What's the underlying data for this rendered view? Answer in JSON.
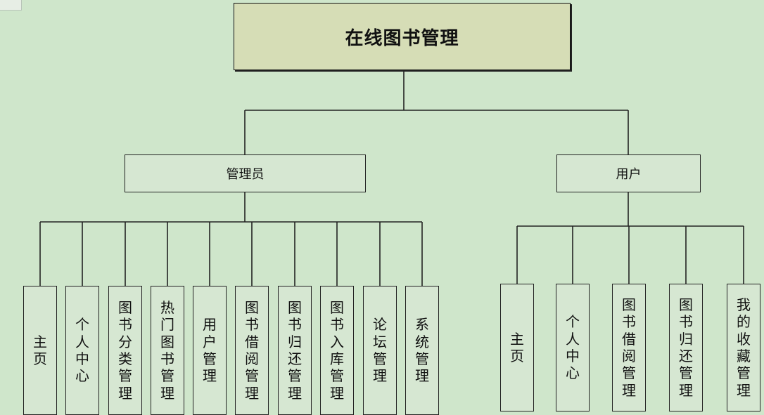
{
  "title": "在线图书管理",
  "roles": [
    {
      "id": "admin",
      "label": "管理员",
      "children": [
        "主页",
        "个人中心",
        "图书分类管理",
        "热门图书管理",
        "用户管理",
        "图书借阅管理",
        "图书归还管理",
        "图书入库管理",
        "论坛管理",
        "系统管理"
      ]
    },
    {
      "id": "user",
      "label": "用户",
      "children": [
        "主页",
        "个人中心",
        "图书借阅管理",
        "图书归还管理",
        "我的收藏管理"
      ]
    }
  ]
}
